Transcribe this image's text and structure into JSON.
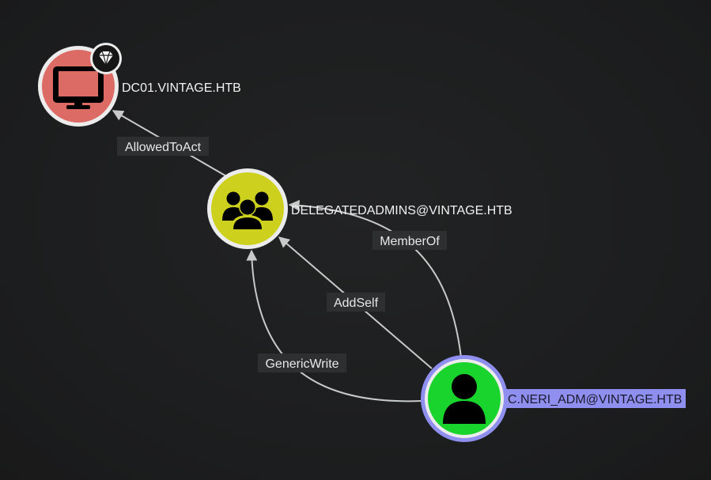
{
  "colors": {
    "background": "#1e1f20",
    "edge": "#c9c9c9",
    "edge_label_bg": "#2e2f31",
    "computer_node": "#dc6b66",
    "group_node": "#cdd11e",
    "user_node": "#19d42c",
    "selection_ring": "#8f8ff0",
    "selected_label_bg": "#8f8ff0"
  },
  "nodes": {
    "computer": {
      "label": "DC01.VINTAGE.HTB",
      "icon": "monitor-icon",
      "badge_icon": "gem-icon"
    },
    "group": {
      "label": "DELEGATEDADMINS@VINTAGE.HTB",
      "icon": "users-group-icon"
    },
    "user": {
      "label": "C.NERI_ADM@VINTAGE.HTB",
      "icon": "user-icon",
      "selected": true
    }
  },
  "edges": {
    "allowed_to_act": {
      "label": "AllowedToAct"
    },
    "member_of": {
      "label": "MemberOf"
    },
    "add_self": {
      "label": "AddSelf"
    },
    "generic_write": {
      "label": "GenericWrite"
    }
  }
}
